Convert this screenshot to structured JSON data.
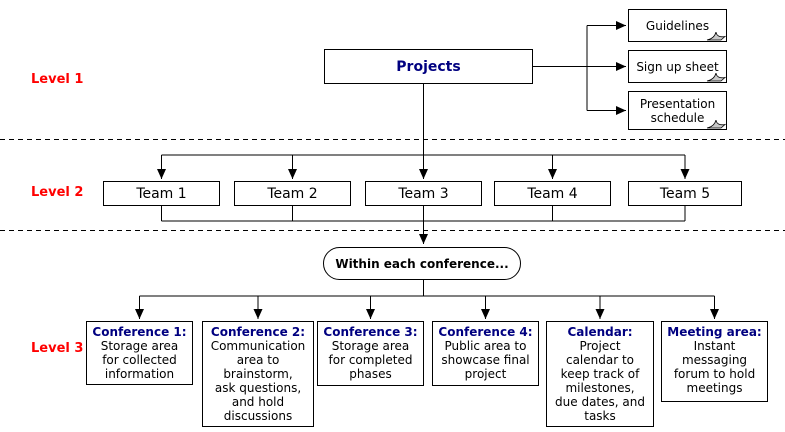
{
  "diagram": {
    "levels": [
      {
        "label": "Level 1"
      },
      {
        "label": "Level 2"
      },
      {
        "label": "Level 3"
      }
    ],
    "root": {
      "label": "Projects"
    },
    "notes": [
      {
        "label": "Guidelines"
      },
      {
        "label": "Sign up sheet"
      },
      {
        "label": "Presentation schedule"
      }
    ],
    "teams": [
      {
        "label": "Team 1"
      },
      {
        "label": "Team 2"
      },
      {
        "label": "Team 3"
      },
      {
        "label": "Team 4"
      },
      {
        "label": "Team 5"
      }
    ],
    "scope": {
      "label": "Within each conference..."
    },
    "areas": [
      {
        "title": "Conference 1:",
        "body": "Storage area\nfor collected\ninformation"
      },
      {
        "title": "Conference 2:",
        "body": "Communication\narea to\nbrainstorm,\nask questions,\nand hold\ndiscussions"
      },
      {
        "title": "Conference 3:",
        "body": "Storage area\nfor completed\nphases"
      },
      {
        "title": "Conference 4:",
        "body": "Public area to\nshowcase final\nproject"
      },
      {
        "title": "Calendar:",
        "body": "Project\ncalendar to\nkeep track of\nmilestones,\ndue dates, and\ntasks"
      },
      {
        "title": "Meeting area:",
        "body": "Instant\nmessaging\nforum to hold\nmeetings"
      }
    ],
    "colors": {
      "title_navy": "#000080",
      "level_red": "#ff0000",
      "line_black": "#000000",
      "fold_gray": "#c8c8c8",
      "spellcheck_green": "#00a000"
    }
  }
}
